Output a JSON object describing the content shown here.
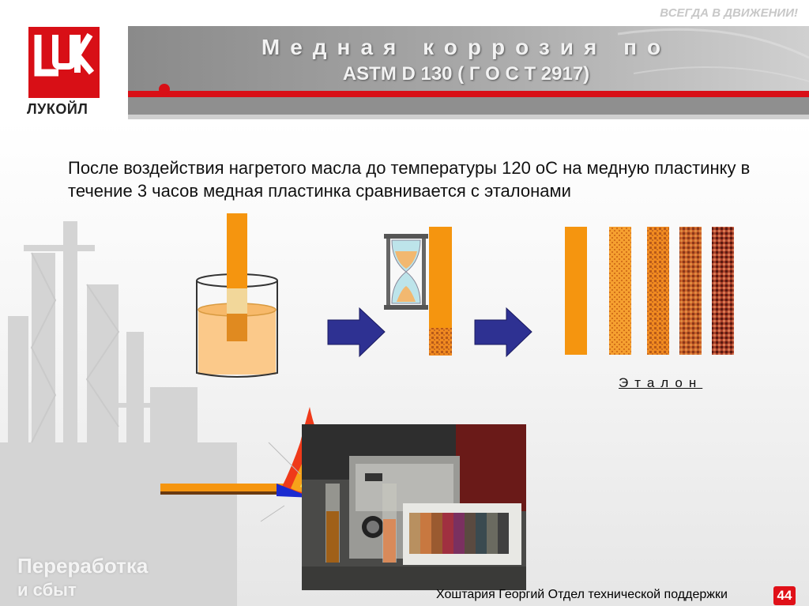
{
  "header": {
    "motto": "ВСЕГДА В ДВИЖЕНИИ!",
    "title_line1": "Медная коррозия по",
    "title_line2": "ASTM D 130 ( Г О С Т  2917)"
  },
  "logo": {
    "name": "ЛУКОЙЛ"
  },
  "body": {
    "text": "После воздействия нагретого масла до температуры 120 оС на медную пластинку в течение 3 часов медная пластинка сравнивается с эталонами"
  },
  "diagram": {
    "etalon_label": "Эталон"
  },
  "footer": {
    "author": "Хоштария Георгий Отдел технической поддержки",
    "page_number": "44",
    "brand_line1": "Переработка",
    "brand_line2": "и сбыт"
  },
  "colors": {
    "brand_red": "#d80f16",
    "copper": "#f5950f",
    "arrow": "#2e3192"
  }
}
